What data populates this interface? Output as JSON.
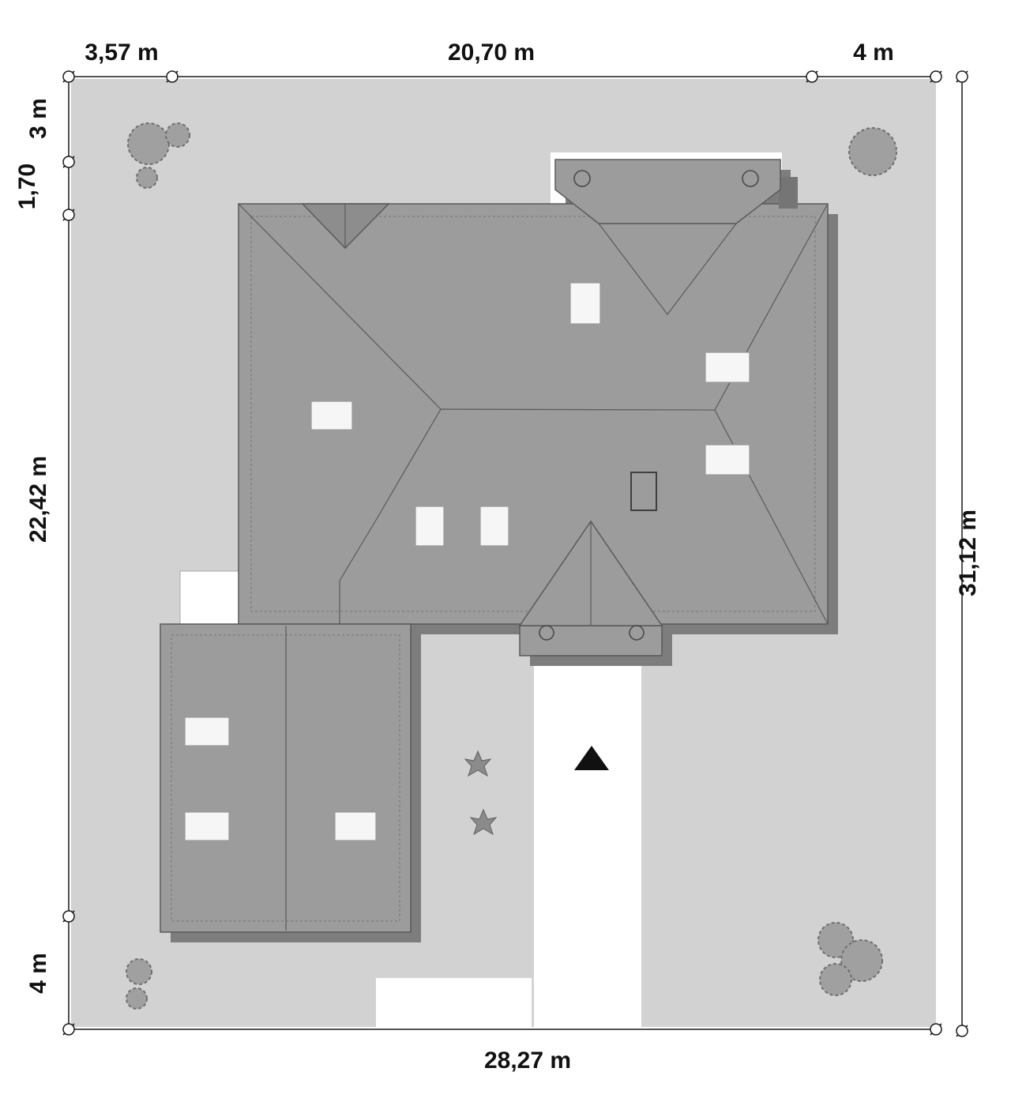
{
  "palette": {
    "plot": "#d2d2d2",
    "white": "#ffffff",
    "roof": "#9c9c9c",
    "roof_dark": "#8d8d8d",
    "shadow": "#7d7d7d",
    "chimney_dark": "#757575",
    "skylight": "#f6f6f6",
    "tree": "#a0a0a0",
    "leaf": "#8b8b8b",
    "arrow": "#111111"
  },
  "dimensions": {
    "top_left": "3,57 m",
    "top_center": "20,70 m",
    "top_right": "4 m",
    "left_upper": "3 m",
    "left_upper_small": "1,70",
    "left_main": "22,42 m",
    "left_bottom": "4 m",
    "right_main": "31,12 m",
    "bottom_center": "28,27 m"
  }
}
